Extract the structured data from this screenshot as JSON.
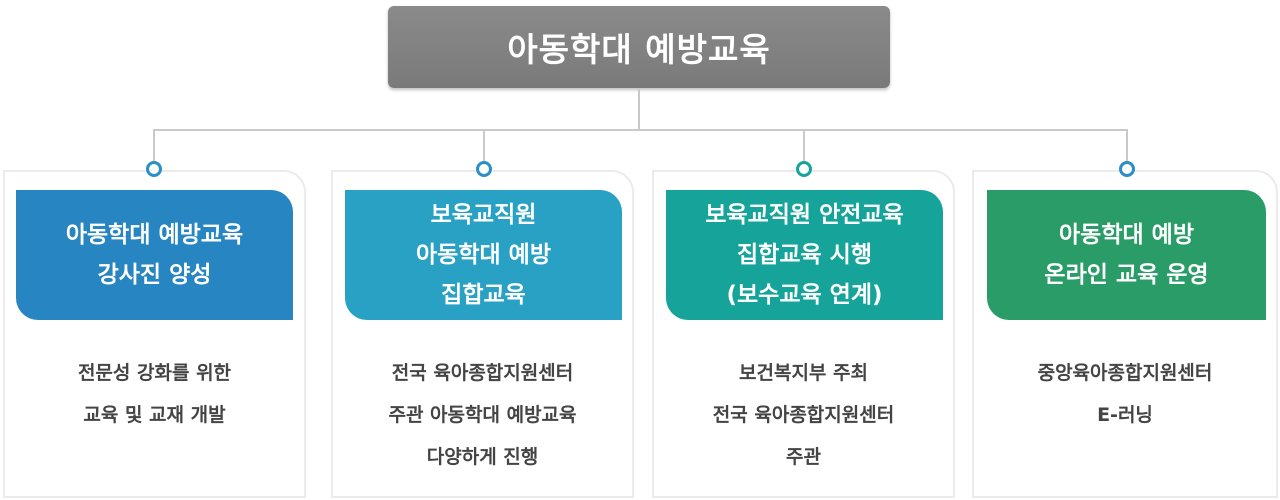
{
  "title": "아동학대 예방교육",
  "colors": {
    "root": "#808080",
    "card1": "#2785c2",
    "card2": "#28a1c4",
    "card3": "#16a49a",
    "card4": "#2a9c68",
    "connector_dot": "#2a8fc7"
  },
  "cards": [
    {
      "heading": [
        "아동학대 예방교육",
        "강사진 양성"
      ],
      "body": [
        "전문성 강화를 위한",
        "교육 및 교재 개발"
      ]
    },
    {
      "heading": [
        "보육교직원",
        "아동학대 예방",
        "집합교육"
      ],
      "body": [
        "전국 육아종합지원센터",
        "주관 아동학대 예방교육",
        "다양하게 진행"
      ]
    },
    {
      "heading": [
        "보육교직원 안전교육",
        "집합교육 시행",
        "(보수교육 연계)"
      ],
      "body": [
        "보건복지부 주최",
        "전국 육아종합지원센터",
        "주관"
      ]
    },
    {
      "heading": [
        "아동학대 예방",
        "온라인 교육 운영"
      ],
      "body": [
        "중앙육아종합지원센터",
        "E-러닝"
      ]
    }
  ]
}
